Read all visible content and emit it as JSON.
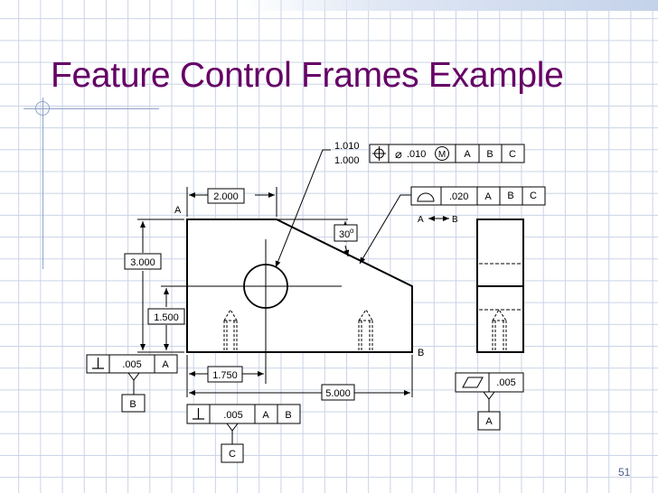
{
  "slide": {
    "title": "Feature Control Frames Example",
    "page_number": "51"
  },
  "position_fcf": {
    "size_upper": "1.010",
    "size_lower": "1.000",
    "symbol": "position-icon",
    "diameter_symbol": "⌀",
    "tolerance": ".010",
    "modifier": "M",
    "datums": [
      "A",
      "B",
      "C"
    ]
  },
  "profile_fcf": {
    "symbol": "profile-of-surface-icon",
    "tolerance": ".020",
    "datums": [
      "A",
      "B",
      "C"
    ],
    "between_from": "A",
    "between_to": "B"
  },
  "perp_left_fcf": {
    "symbol": "perpendicularity-icon",
    "tolerance": ".005",
    "datum": "A",
    "datum_feature": "B"
  },
  "perp_bottom_fcf": {
    "symbol": "perpendicularity-icon",
    "tolerance": ".005",
    "datums": [
      "A",
      "B"
    ],
    "datum_feature": "C"
  },
  "flatness_fcf": {
    "symbol": "flatness-icon",
    "tolerance": ".005",
    "datum_feature": "A"
  },
  "dimensions": {
    "top_width": "2.000",
    "height": "3.000",
    "hole_height": "1.500",
    "hole_x": "1.750",
    "overall_width": "5.000",
    "chamfer_angle": "30",
    "degree": "o"
  },
  "labels": {
    "point_a": "A",
    "point_b": "B"
  }
}
